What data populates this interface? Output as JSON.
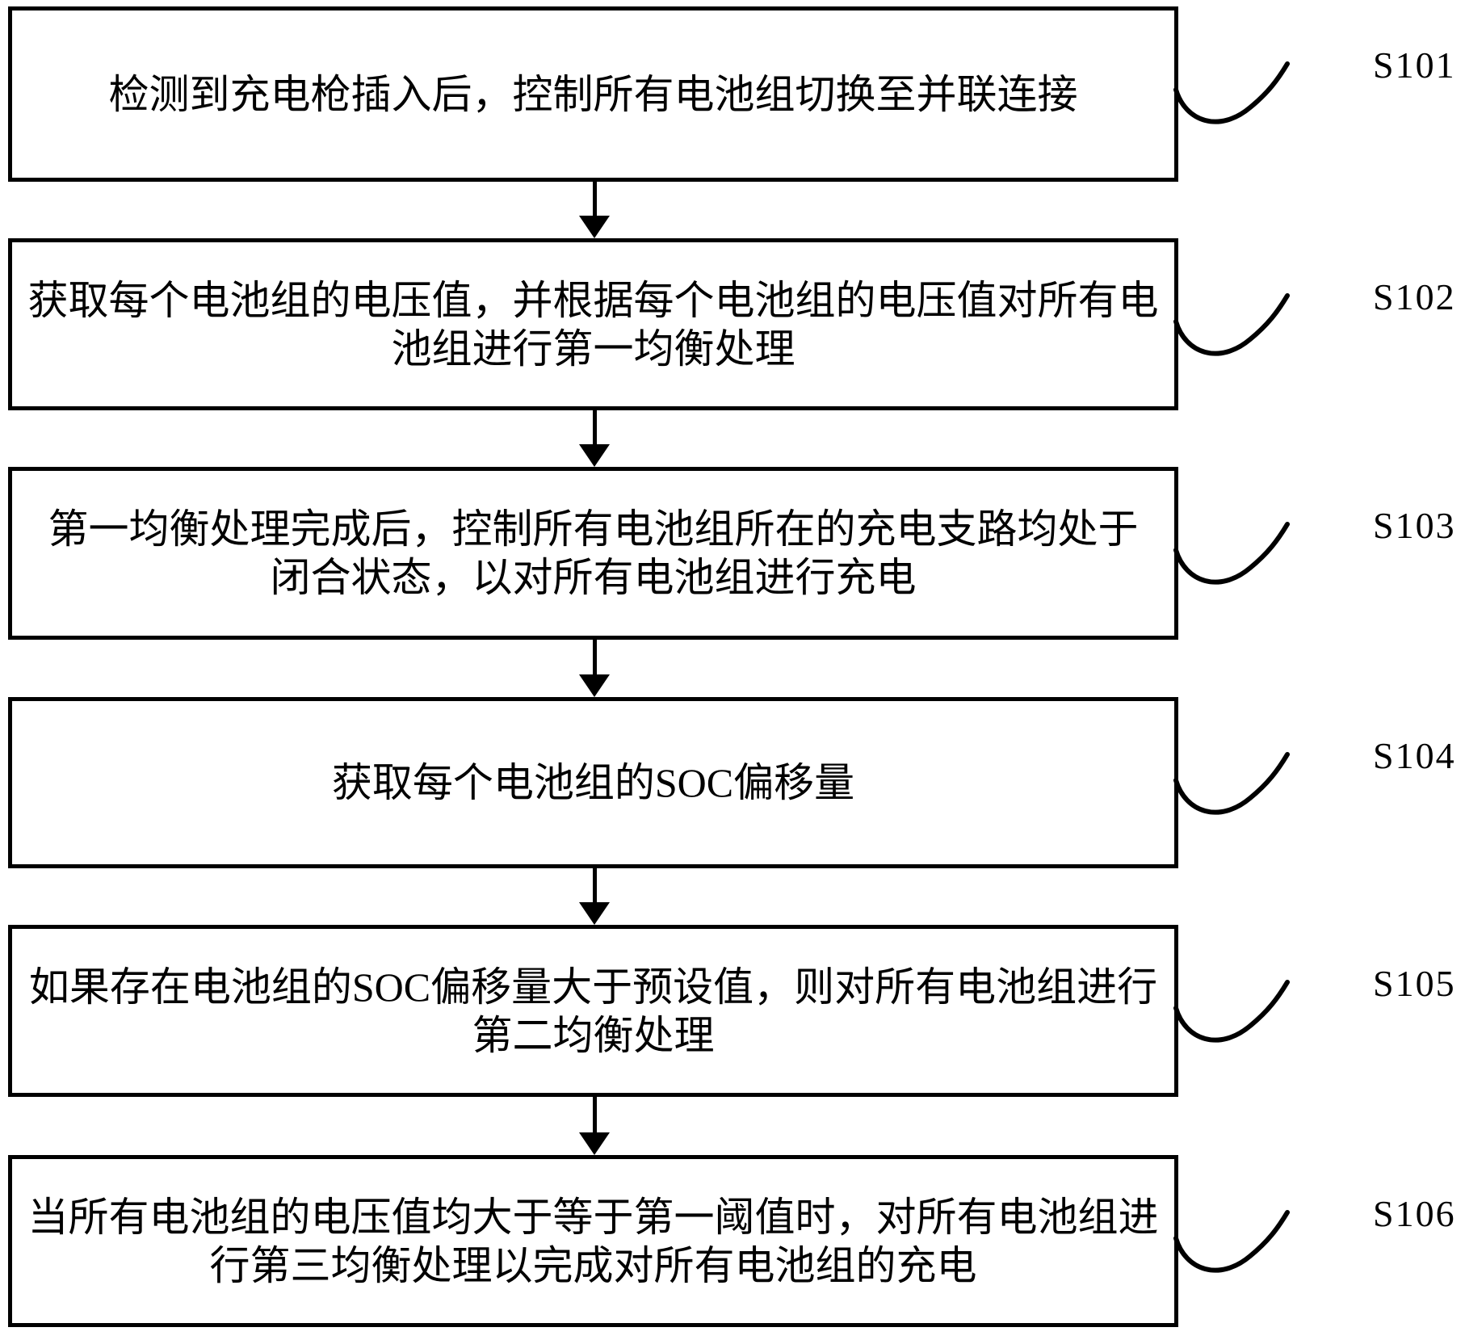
{
  "figure": {
    "background_color": "#ffffff",
    "line_color": "#000000",
    "steps": [
      {
        "id": "S101",
        "lines": [
          "检测到充电枪插入后，控制所有电池组切换至并联连接"
        ]
      },
      {
        "id": "S102",
        "lines": [
          "获取每个电池组的电压值，并根据每个电池组的电压值对所有电",
          "池组进行第一均衡处理"
        ]
      },
      {
        "id": "S103",
        "lines": [
          "第一均衡处理完成后，控制所有电池组所在的充电支路均处于",
          "闭合状态，以对所有电池组进行充电"
        ]
      },
      {
        "id": "S104",
        "lines": [
          "获取每个电池组的SOC偏移量"
        ]
      },
      {
        "id": "S105",
        "lines": [
          "如果存在电池组的SOC偏移量大于预设值，则对所有电池组进行",
          "第二均衡处理"
        ]
      },
      {
        "id": "S106",
        "lines": [
          "当所有电池组的电压值均大于等于第一阈值时，对所有电池组进",
          "行第三均衡处理以完成对所有电池组的充电"
        ]
      }
    ]
  }
}
